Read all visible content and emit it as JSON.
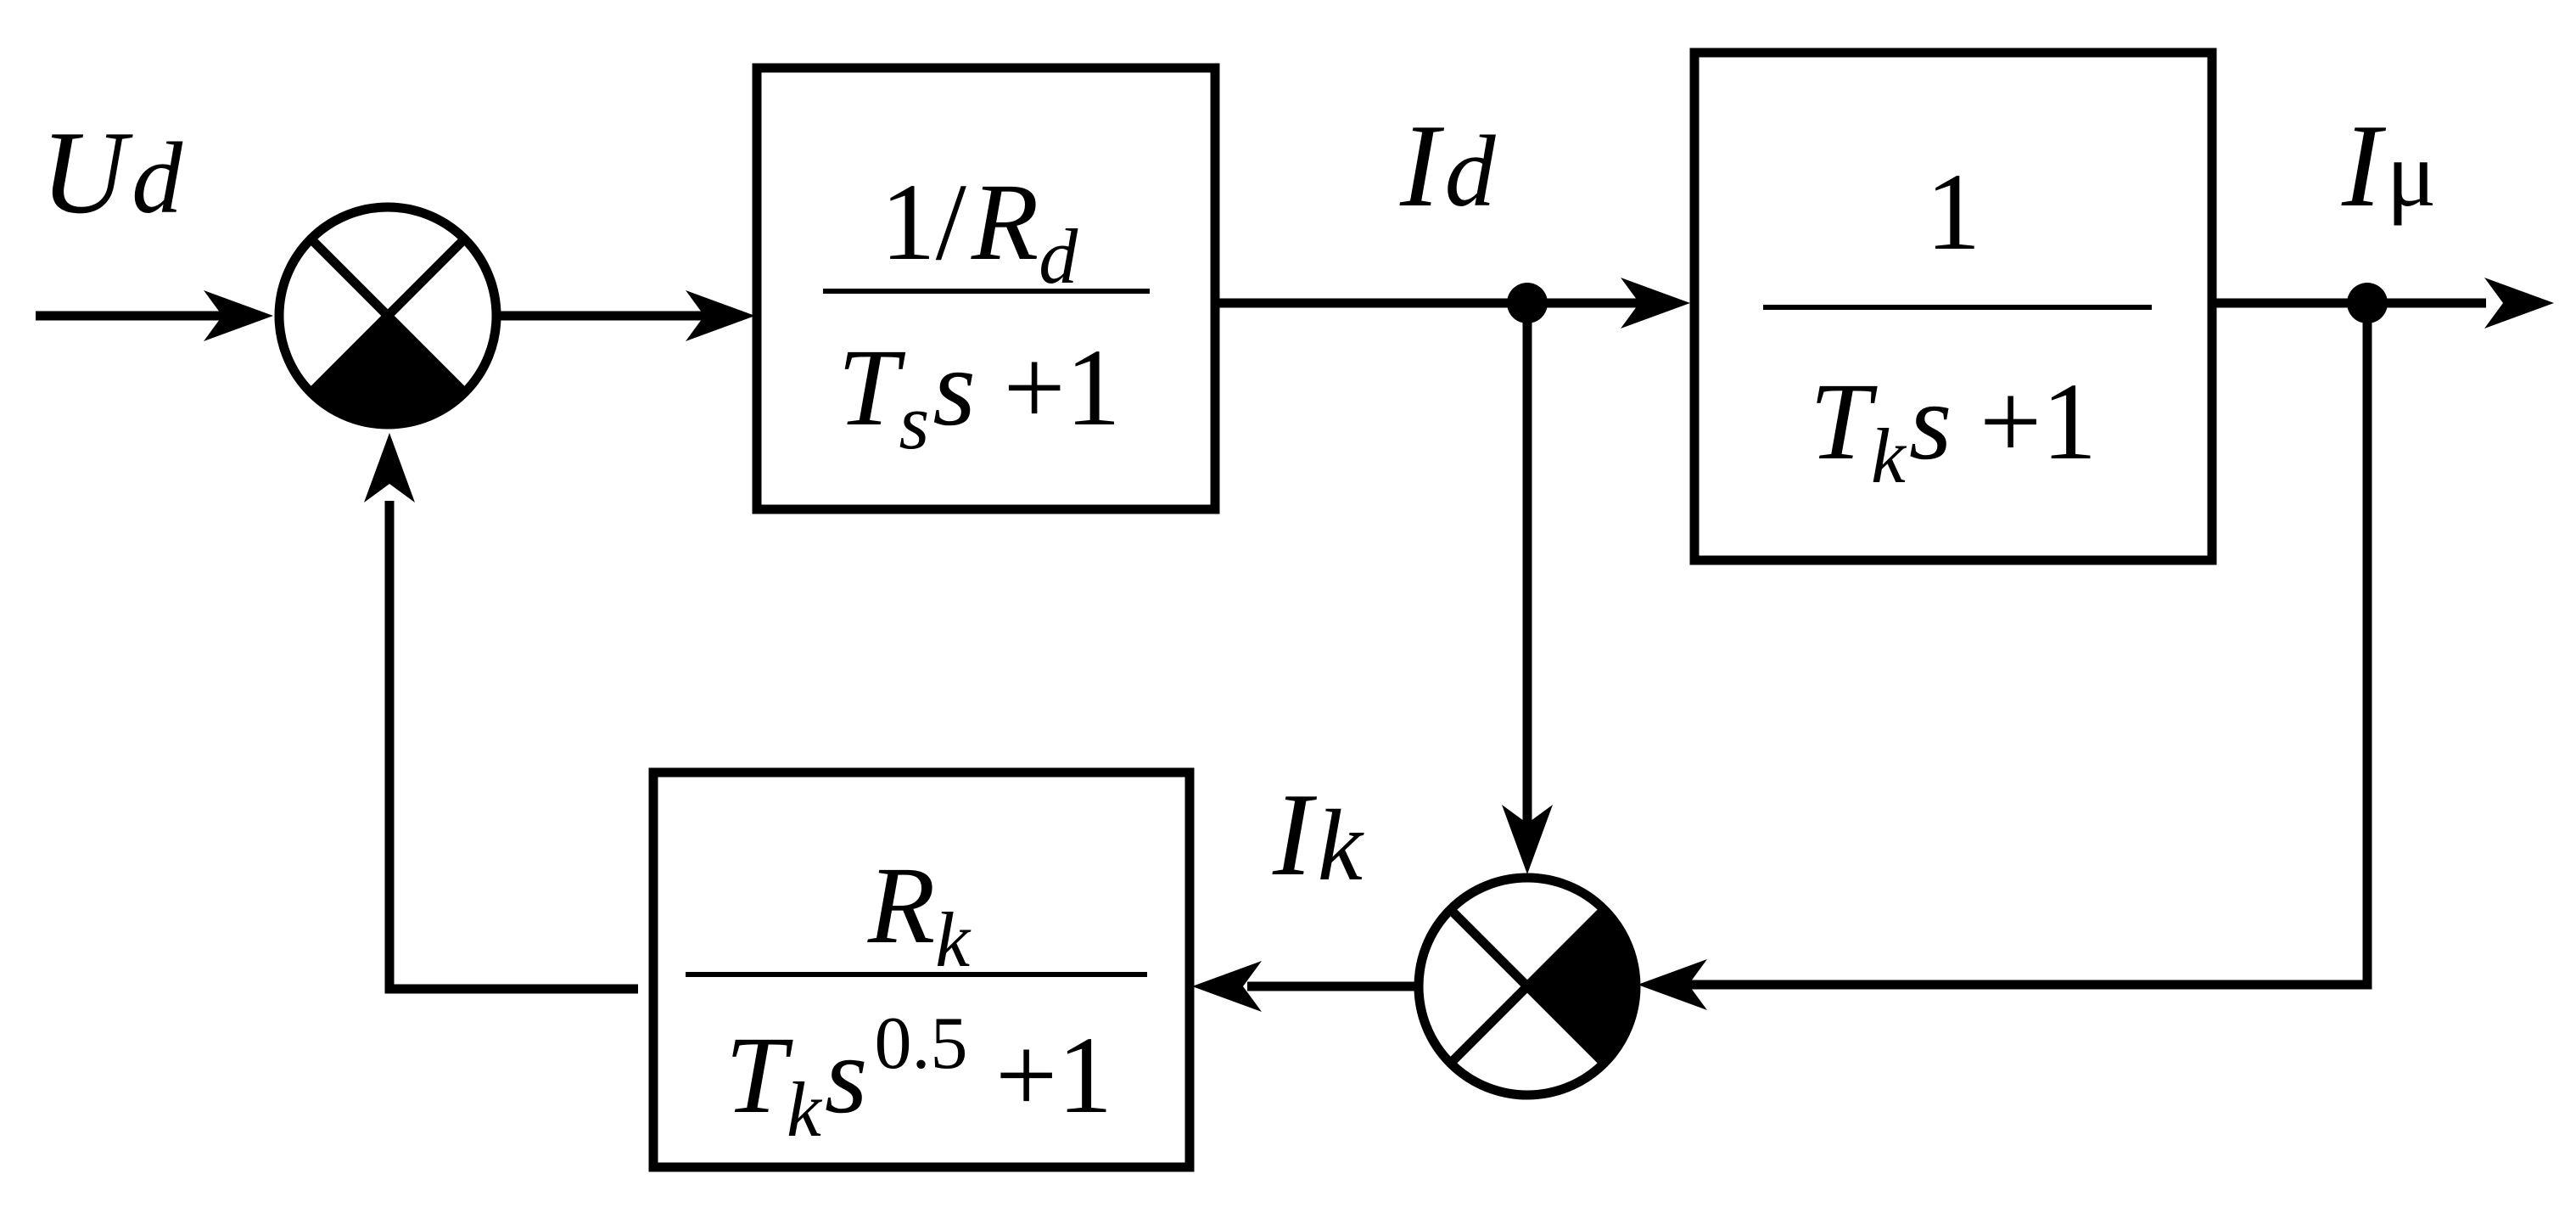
{
  "signals": {
    "u": {
      "base": "U",
      "sub": "d"
    },
    "i_d": {
      "base": "I",
      "sub": "d"
    },
    "i_mu": {
      "base": "I",
      "sub": "μ"
    },
    "i_k": {
      "base": "I",
      "sub": "k"
    }
  },
  "block1": {
    "num_lead": "1/",
    "num_var": "R",
    "num_sub": "d",
    "den_var": "T",
    "den_sub": "s",
    "den_s": "s",
    "den_tail": " +1"
  },
  "block2": {
    "num": "1",
    "den_var": "T",
    "den_sub": "k",
    "den_s": "s",
    "den_tail": " +1"
  },
  "block3": {
    "num_var": "R",
    "num_sub": "k",
    "den_var": "T",
    "den_sub": "k",
    "den_s": "s",
    "den_exp": "0.5",
    "den_tail": " +1"
  }
}
